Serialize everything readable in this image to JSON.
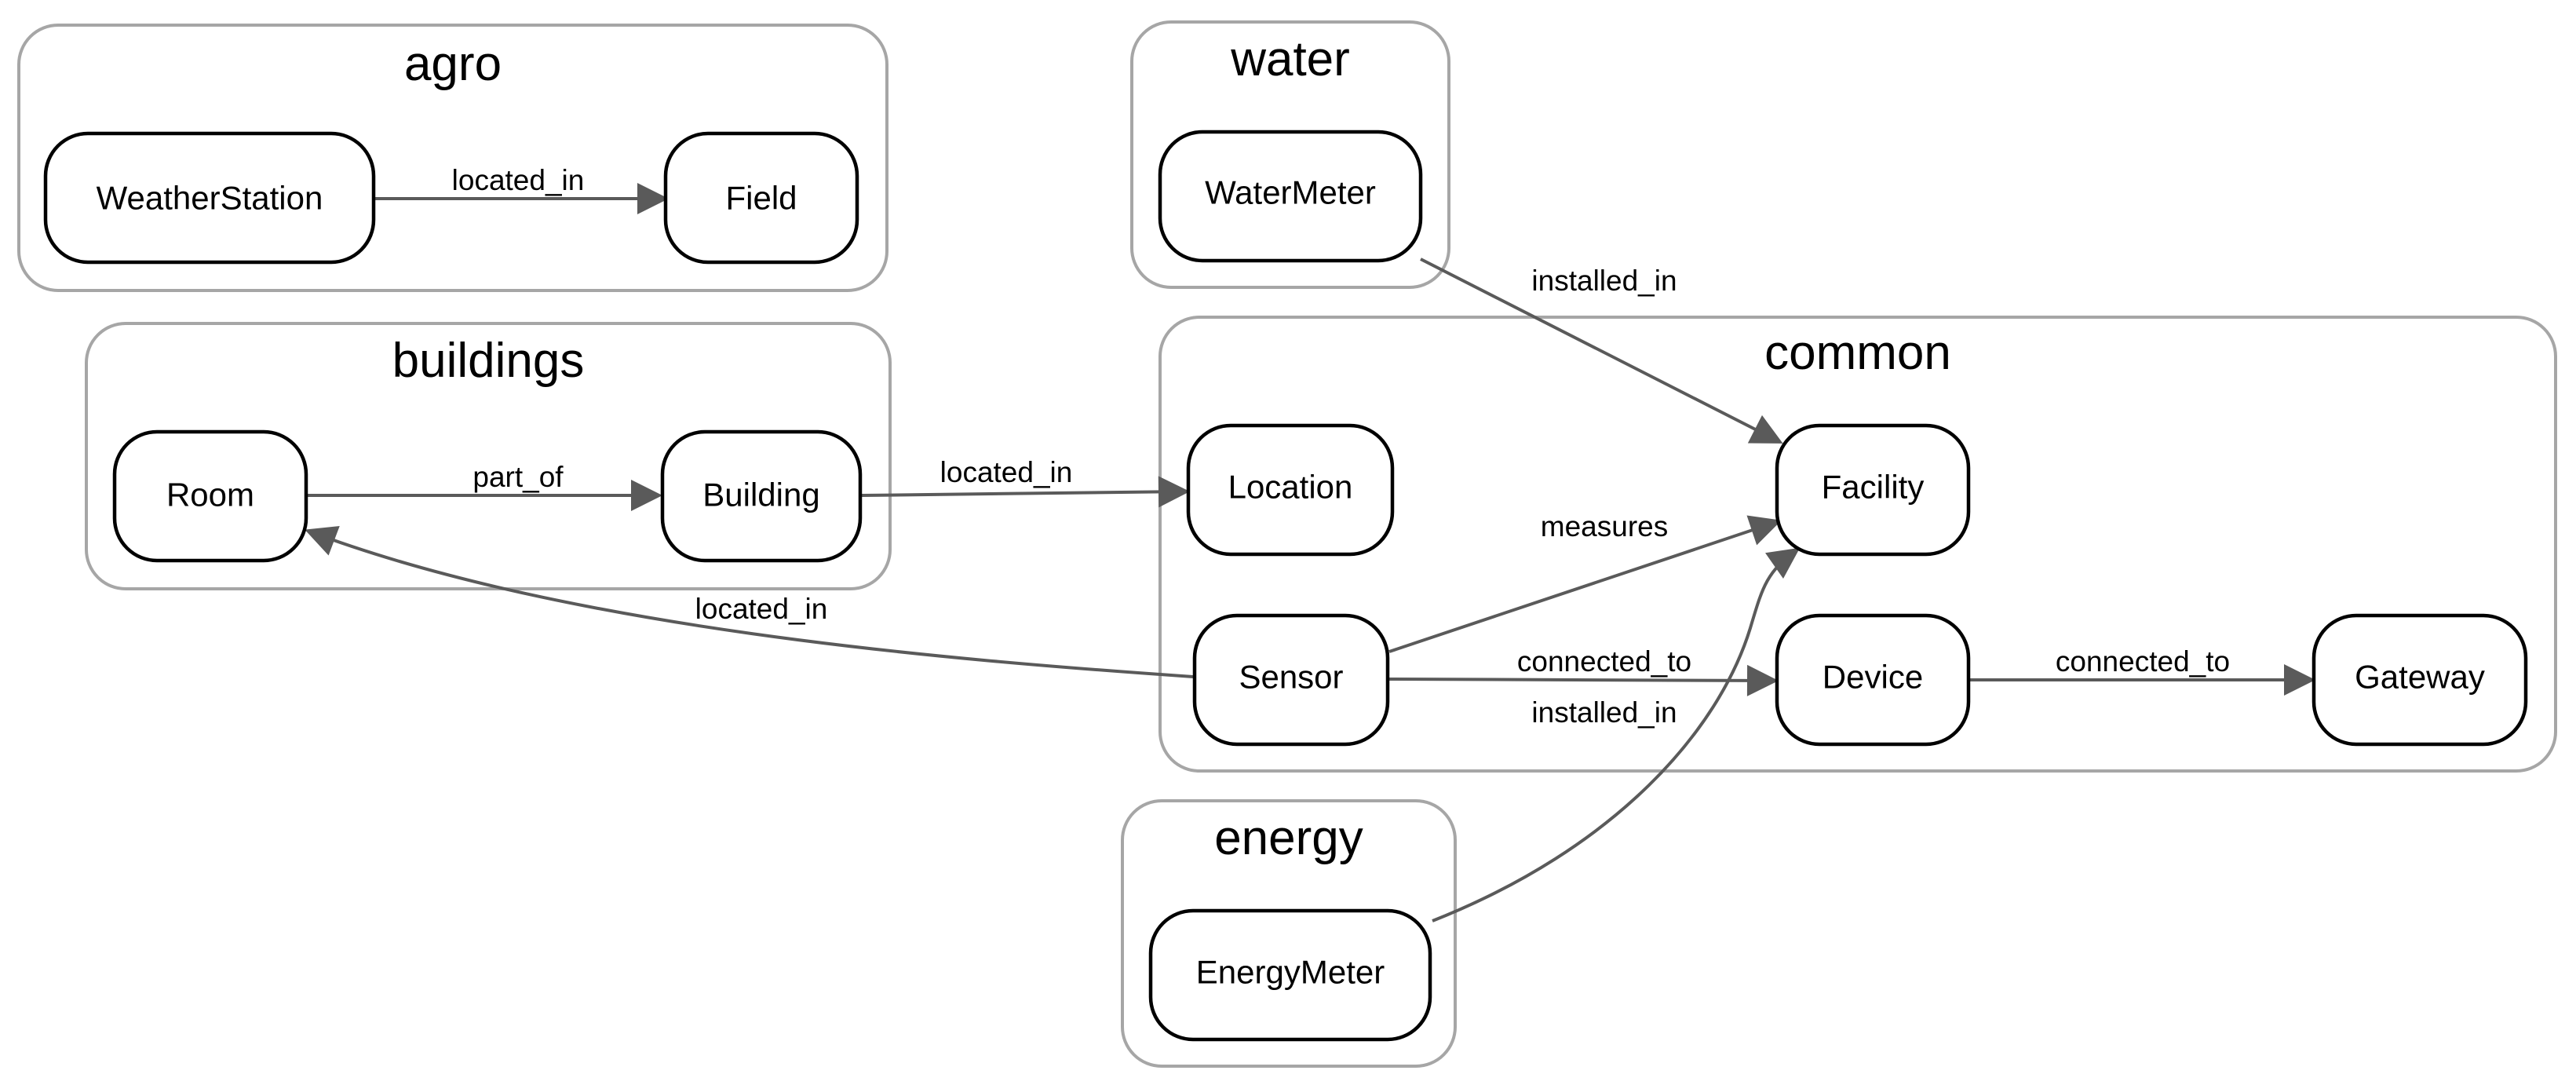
{
  "clusters": {
    "agro": "agro",
    "water": "water",
    "buildings": "buildings",
    "common": "common",
    "energy": "energy"
  },
  "nodes": {
    "weather_station": "WeatherStation",
    "field": "Field",
    "water_meter": "WaterMeter",
    "room": "Room",
    "building": "Building",
    "location": "Location",
    "facility": "Facility",
    "sensor": "Sensor",
    "device": "Device",
    "gateway": "Gateway",
    "energy_meter": "EnergyMeter"
  },
  "edges": {
    "weatherstation_field": "located_in",
    "watermeter_facility": "installed_in",
    "room_building": "part_of",
    "building_location": "located_in",
    "sensor_facility": "measures",
    "sensor_room": "located_in",
    "sensor_device": "connected_to",
    "energymeter_facility": "installed_in",
    "device_gateway": "connected_to"
  },
  "colors": {
    "cluster_border": "#a6a6a6",
    "node_border": "#000000",
    "edge": "#5a5a5a"
  }
}
